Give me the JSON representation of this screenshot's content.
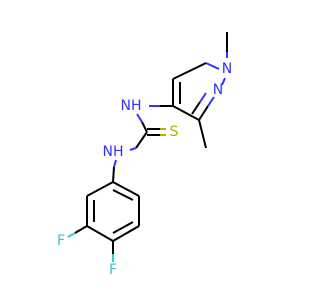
{
  "molecule": {
    "atom_labels": {
      "n1": "N",
      "n2": "N",
      "nh_upper": "NH",
      "nh_lower": "NH",
      "s": "S",
      "f3": "F",
      "f4": "F"
    },
    "colors": {
      "carbon": "#000000",
      "nitrogen": "#3333ff",
      "sulfur": "#b2b200",
      "fluorine": "#33cccc",
      "background": "#ffffff"
    }
  }
}
